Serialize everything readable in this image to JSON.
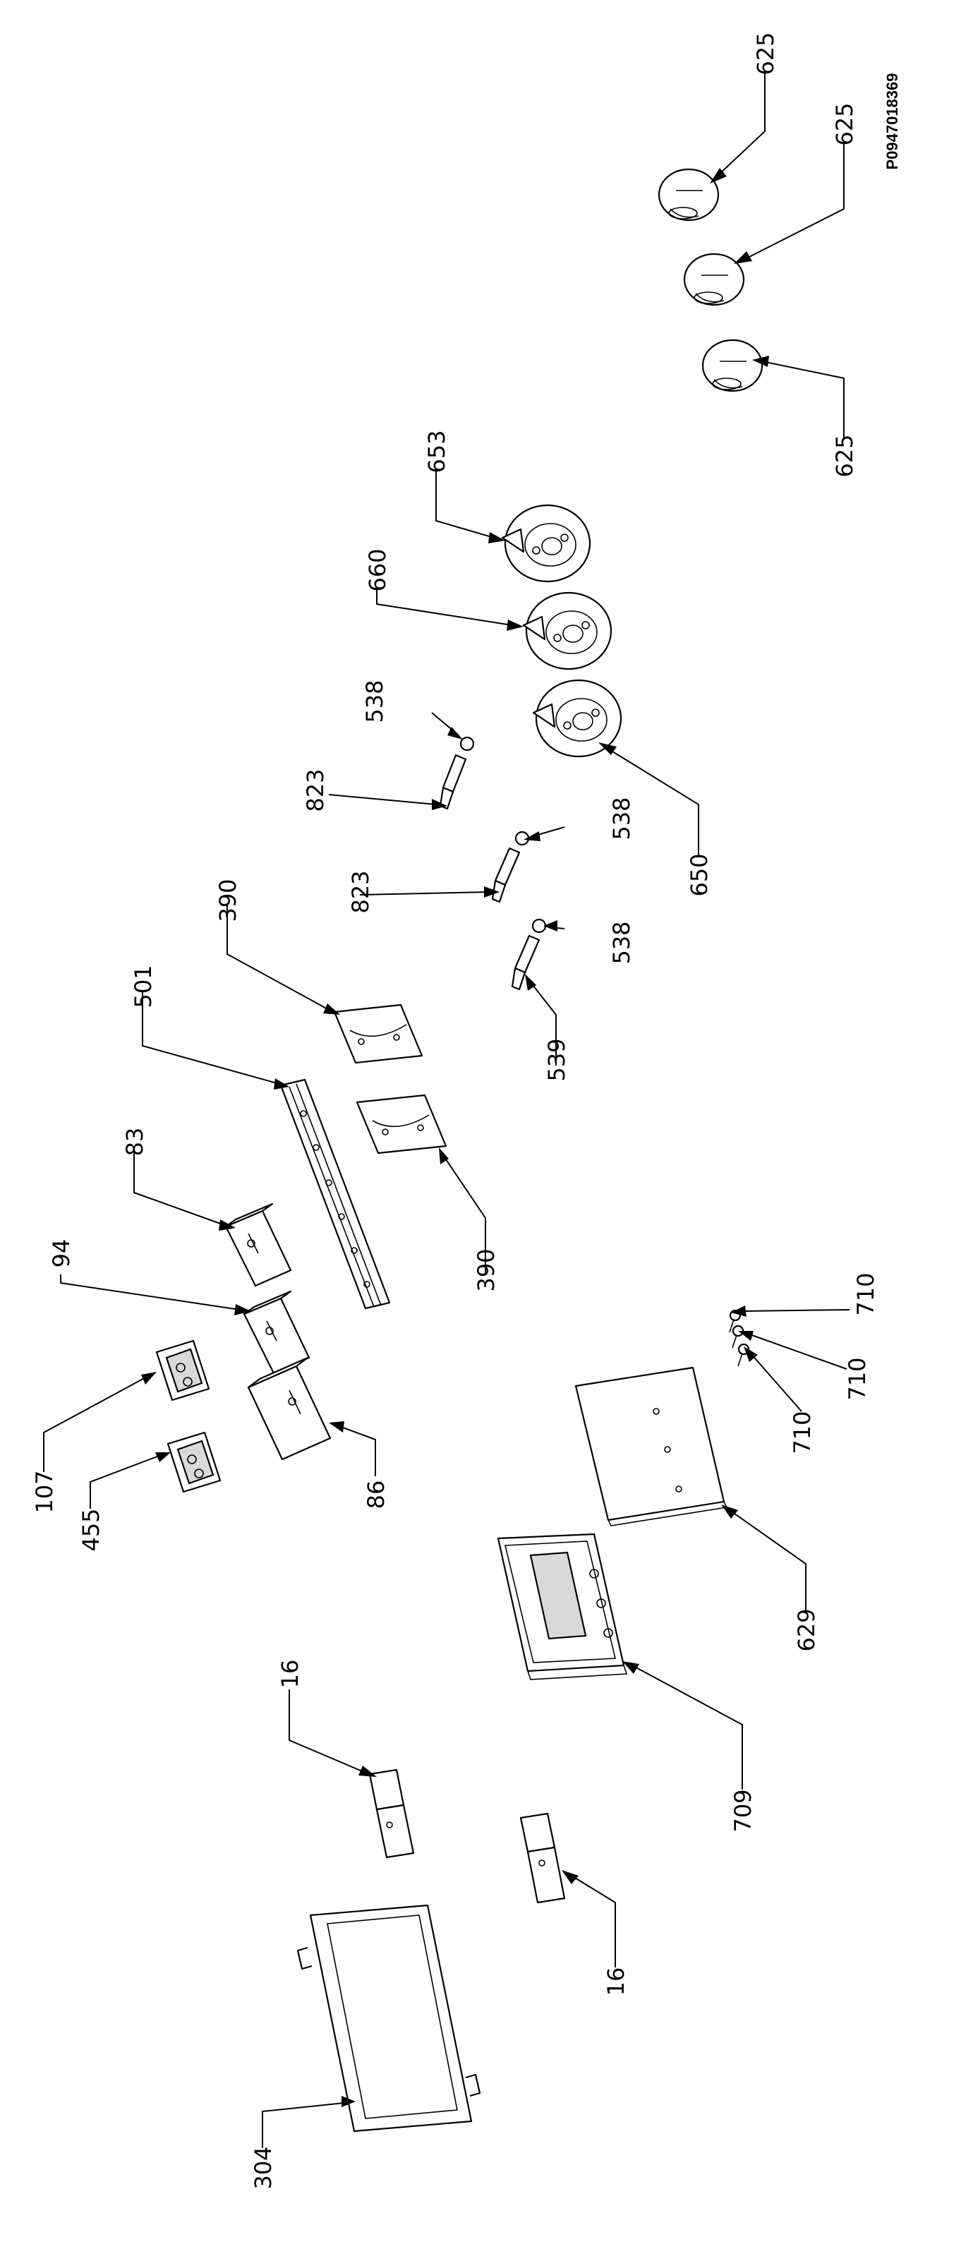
{
  "document_id": "P0947018369",
  "callouts": [
    {
      "key": "c625a",
      "number": "625"
    },
    {
      "key": "c625b",
      "number": "625"
    },
    {
      "key": "c625c",
      "number": "625"
    },
    {
      "key": "c653",
      "number": "653"
    },
    {
      "key": "c660",
      "number": "660"
    },
    {
      "key": "c650",
      "number": "650"
    },
    {
      "key": "c538a",
      "number": "538"
    },
    {
      "key": "c538b",
      "number": "538"
    },
    {
      "key": "c538c",
      "number": "538"
    },
    {
      "key": "c823a",
      "number": "823"
    },
    {
      "key": "c823b",
      "number": "823"
    },
    {
      "key": "c539",
      "number": "539"
    },
    {
      "key": "c390a",
      "number": "390"
    },
    {
      "key": "c390b",
      "number": "390"
    },
    {
      "key": "c501",
      "number": "501"
    },
    {
      "key": "c83",
      "number": "83"
    },
    {
      "key": "c94",
      "number": "94"
    },
    {
      "key": "c86",
      "number": "86"
    },
    {
      "key": "c107",
      "number": "107"
    },
    {
      "key": "c455",
      "number": "455"
    },
    {
      "key": "c710a",
      "number": "710"
    },
    {
      "key": "c710b",
      "number": "710"
    },
    {
      "key": "c710c",
      "number": "710"
    },
    {
      "key": "c629",
      "number": "629"
    },
    {
      "key": "c709",
      "number": "709"
    },
    {
      "key": "c16a",
      "number": "16"
    },
    {
      "key": "c16b",
      "number": "16"
    },
    {
      "key": "c304",
      "number": "304"
    }
  ]
}
